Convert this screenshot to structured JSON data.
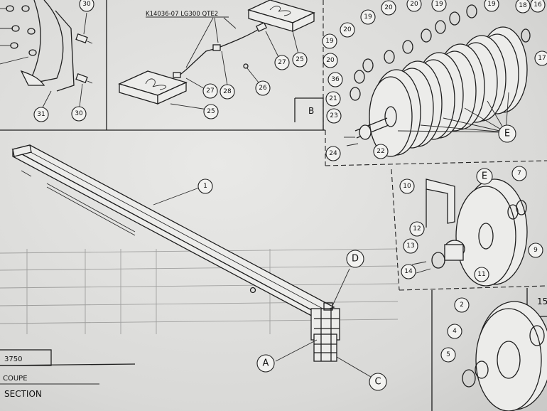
{
  "callouts": {
    "c1": "1",
    "c2": "2",
    "c4": "4",
    "c5": "5",
    "c7": "7",
    "c9": "9",
    "c10": "10",
    "c11": "11",
    "c12": "12",
    "c13": "13",
    "c14": "14",
    "c15": "15",
    "c16": "16",
    "c17": "17",
    "c18": "18",
    "c19": "19",
    "c20": "20",
    "c21": "21",
    "c22": "22",
    "c23": "23",
    "c24": "24",
    "c25": "25",
    "c26": "26",
    "c27": "27",
    "c28": "28",
    "c30": "30",
    "c31": "31",
    "c36": "36",
    "A": "A",
    "B": "B",
    "C": "C",
    "D": "D",
    "E": "E"
  },
  "part_label": "K14036-07 LG300 QTE2",
  "title_block": {
    "drawing_number": "3750",
    "line1": "COUPE",
    "line2": "SECTION"
  },
  "section_label": "B",
  "corner_label": "15"
}
